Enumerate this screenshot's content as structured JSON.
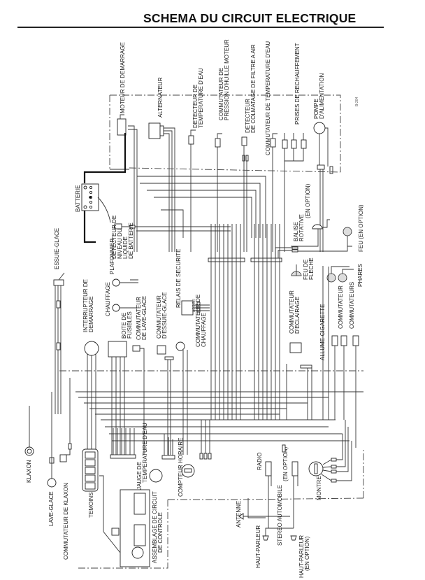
{
  "title": "SCHEMA DU CIRCUIT ELECTRIQUE",
  "reference": "B-204",
  "components": {
    "moteur_demarrage": "MOTEUR DE DEMARRAGE",
    "alternateur": "ALTERNATEUR",
    "detecteur_temp_eau": [
      "DETECTEUR DE",
      "TEMPERATURE D'EAU"
    ],
    "commutateur_pression_huile": [
      "COMMUTATEUR DE",
      "PRESSION D'HUILLE MOTEUR"
    ],
    "detecteur_colmatage": [
      "DETECTEUR",
      "DE COLMATAGE DE FILTRE A AIR"
    ],
    "commutateur_temp_eau": "COMMUTATEUR DE TEMPERATURE D'EAU",
    "prises_rechauffement": "PRISES DE RECHAUFFEMENT",
    "pompe_alimentation": [
      "POMPE",
      "D'ALIMENTATION"
    ],
    "batterie": "BATTERIE",
    "detecteur_niveau": [
      "DETECTEUR DE",
      "NIVEAU DU",
      "LIQUIDE",
      "DE BATTERIE"
    ],
    "balise_rotative": [
      "BALISE",
      "ROTATIVE",
      "(EN OPTION)"
    ],
    "feu_option": "FEU (EN OPTION)",
    "essuie_glace": "ESSUIE-GLACE",
    "plafonnier": "PLAFONNIER",
    "chauffage": "CHAUFFAGE",
    "interrupteur_demarrage": [
      "INTERRUPTEUR DE",
      "DEMARRAGE"
    ],
    "boite_fusibles": [
      "BOITE DE",
      "FUSIBLES"
    ],
    "commutateur_lave_glace": [
      "COMMUTATEUR",
      "DE LAVE-GLACE"
    ],
    "commutateur_essuie_glace": [
      "COMMUTATEUR",
      "D'ESSUIE-GLACE"
    ],
    "relais_securite": "RELAIS DE SECURITE",
    "commutateur_chauffage": [
      "COMMUTATEUR DE",
      "CHAUFFAGE"
    ],
    "feu_fleche": [
      "FEU DE",
      "FLECHE"
    ],
    "phares": "PHARES",
    "commutateur_eclairage": [
      "COMMUTATEUR",
      "D'ECLAIRAGE"
    ],
    "allume_cigarette": "ALLUME-CIGARETTE",
    "commutateur": "COMMUTATEUR",
    "commutateurs": "COMMUTATEURS",
    "klaxon": "KLAXON",
    "lave_glace": "LAVE-GLACE",
    "commutateur_klaxon": "COMMUTATEUR DE KLAXON",
    "temoins": "TEMOINS",
    "jauge_temp_eau": [
      "JAUGE DE",
      "TEMPERATURE D'EAU"
    ],
    "assemblage_circuit": [
      "ASSEMBLAGE DE CIRCUIT",
      "DE CONTROLE"
    ],
    "compteur_horaire": "COMPTEUR HORAIRE",
    "antenne": "ANTENNE",
    "radio": "RADIO",
    "stereo_auto": [
      "STEREO AUTOMOBILE",
      "(EN OPTION)"
    ],
    "montre": "MONTRE",
    "haut_parleur": "HAUT-PARLEUR",
    "haut_parleur_option": [
      "HAUT-PARLEUR",
      "(EN OPTION)"
    ],
    "accessory_pins": "ACC BR"
  }
}
